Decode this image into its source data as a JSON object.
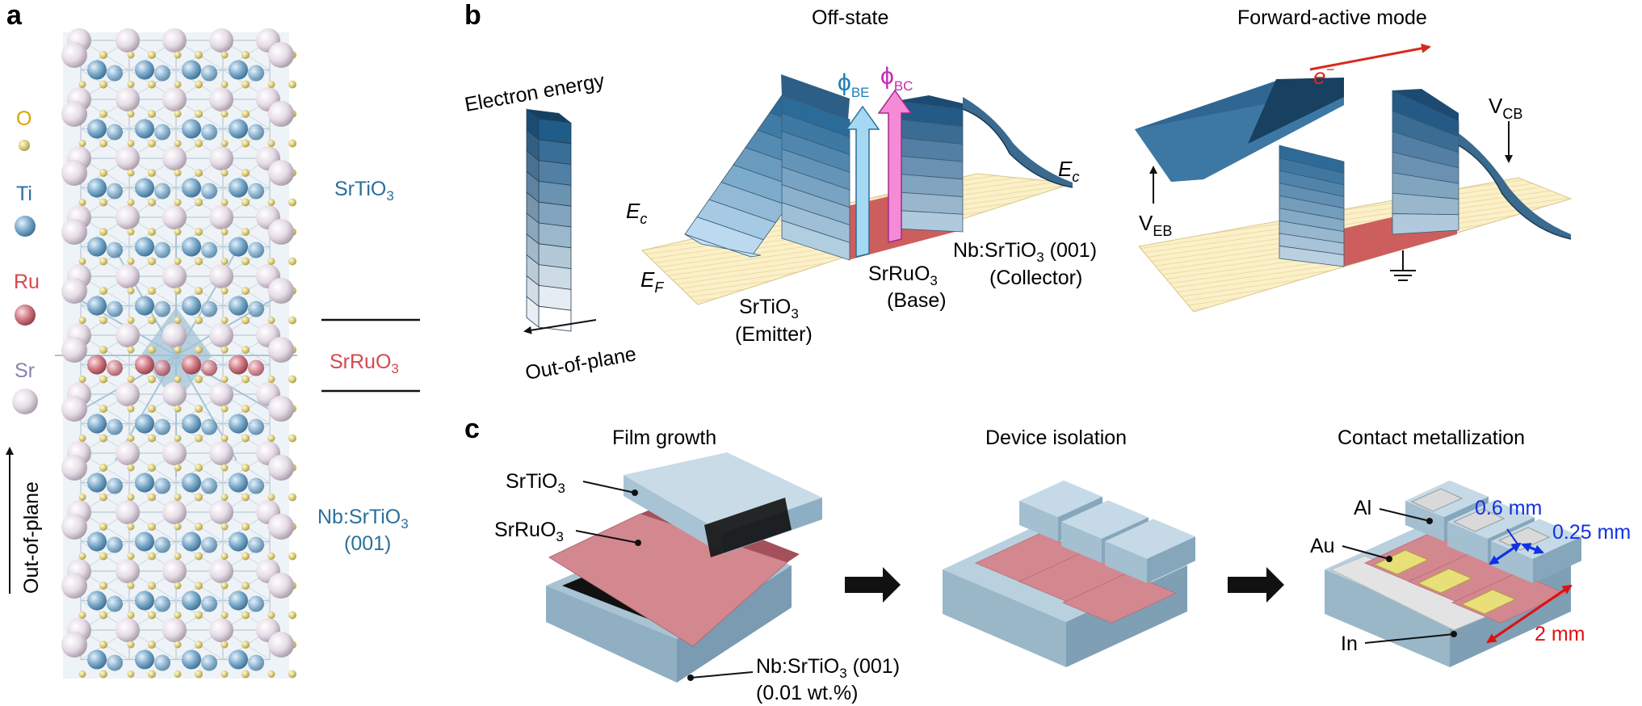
{
  "panel_a": {
    "letter": "a",
    "legend": {
      "o": "O",
      "ti": "Ti",
      "ru": "Ru",
      "sr": "Sr"
    },
    "layer_top": "SrTiO",
    "layer_mid": "SrRuO",
    "layer_bot_line1": "Nb:SrTiO",
    "layer_bot_line2": "(001)",
    "sub3": "3",
    "axis": "Out-of-plane",
    "colors": {
      "o": "#d9c874",
      "ti": "#6f9fc0",
      "ru": "#c86a75",
      "sr": "#e4d8e2",
      "srtio3_text": "#2b6f9c",
      "srruo3_text": "#d6484c"
    }
  },
  "panel_b": {
    "letter": "b",
    "off_title": "Off-state",
    "fwd_title": "Forward-active mode",
    "energy_label": "Electron energy",
    "oop_label": "Out-of-plane",
    "ec": "E",
    "ec_sub": "c",
    "ef": "E",
    "ef_sub": "F",
    "phi": "ϕ",
    "phi_be_sub": "BE",
    "phi_bc_sub": "BC",
    "emitter_line1": "SrTiO",
    "emitter_line2": "(Emitter)",
    "base_line1": "SrRuO",
    "base_line2": "(Base)",
    "coll_line1": "Nb:SrTiO",
    "coll_line1b": " (001)",
    "coll_line2": "(Collector)",
    "electron": "e",
    "electron_sup": "−",
    "v": "V",
    "veb_sub": "EB",
    "vcb_sub": "CB",
    "sub3": "3",
    "colors": {
      "phi_be": "#1c7fb8",
      "phi_bc": "#c42bb3",
      "electron": "#d62a1d",
      "base": "#cd5e5e"
    }
  },
  "panel_c": {
    "letter": "c",
    "step1": "Film growth",
    "step2": "Device isolation",
    "step3": "Contact metallization",
    "srtio3": "SrTiO",
    "srruo3": "SrRuO",
    "substrate_line1": "Nb:SrTiO",
    "substrate_line1b": " (001)",
    "substrate_line2": "(0.01 wt.%)",
    "sub3": "3",
    "al": "Al",
    "au": "Au",
    "in": "In",
    "dim1": "0.6 mm",
    "dim2": "0.25 mm",
    "dim3": "2 mm",
    "colors": {
      "dim_blue": "#1232e0",
      "dim_red": "#e01010"
    }
  }
}
